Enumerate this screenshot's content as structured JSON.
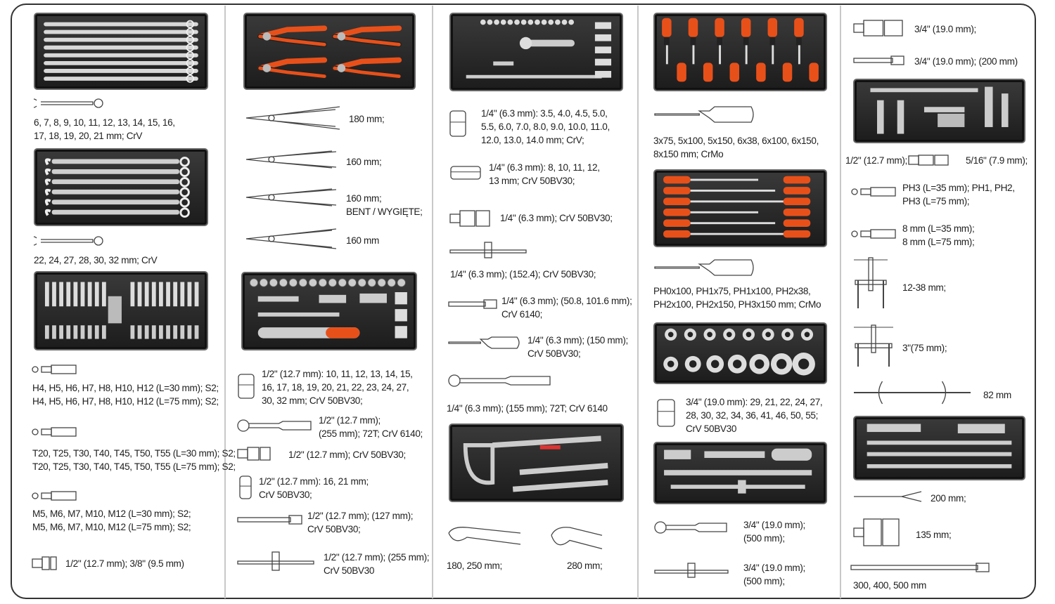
{
  "texts": {
    "c1_wrench_a": [
      "6, 7, 8, 9, 10, 11, 12, 13, 14, 15, 16,",
      "17, 18, 19, 20, 21 mm; CrV"
    ],
    "c1_wrench_b": [
      "22, 24, 27, 28, 30, 32 mm; CrV"
    ],
    "c1_hex_bits": [
      "H4, H5, H6, H7, H8, H10, H12 (L=30 mm); S2;",
      "H4, H5, H6, H7, H8, H10, H12 (L=75 mm); S2;"
    ],
    "c1_torx_bits": [
      "T20, T25, T30, T40, T45, T50, T55 (L=30 mm); S2;",
      "T20, T25, T30, T40, T45, T50, T55 (L=75 mm); S2;"
    ],
    "c1_spline_bits": [
      "M5, M6, M7, M10, M12 (L=30 mm); S2;",
      "M5, M6, M7, M10, M12 (L=75 mm); S2;"
    ],
    "c1_adapter": [
      "1/2\" (12.7 mm); 3/8\" (9.5 mm)"
    ],
    "c2_pliers_1": [
      "180 mm;"
    ],
    "c2_pliers_2": [
      "160 mm;"
    ],
    "c2_pliers_3": [
      "160 mm;",
      "BENT / WYGIĘTE;"
    ],
    "c2_pliers_4": [
      "160 mm"
    ],
    "c2_sockets": [
      "1/2\" (12.7 mm): 10, 11, 12, 13, 14, 15,",
      "16, 17, 18, 19, 20, 21, 22, 23, 24, 27,",
      "30, 32 mm; CrV 50BV30;"
    ],
    "c2_ratchet": [
      "1/2\" (12.7 mm);",
      "(255 mm); 72T; CrV 6140;"
    ],
    "c2_ujoint": [
      "1/2\" (12.7 mm); CrV 50BV30;"
    ],
    "c2_spark": [
      "1/2\" (12.7 mm): 16, 21 mm;",
      "CrV 50BV30;"
    ],
    "c2_ext": [
      "1/2\" (12.7 mm); (127 mm);",
      "CrV 50BV30;"
    ],
    "c2_tbar": [
      "1/2\" (12.7 mm); (255 mm);",
      "CrV 50BV30"
    ],
    "c3_sockets": [
      "1/4\" (6.3 mm): 3.5, 4.0, 4.5, 5.0,",
      "5.5, 6.0, 7.0, 8.0, 9.0, 10.0, 11.0,",
      "12.0, 13.0, 14.0 mm; CrV;"
    ],
    "c3_deep": [
      "1/4\" (6.3 mm): 8, 10, 11, 12,",
      "13 mm; CrV 50BV30;"
    ],
    "c3_ujoint": [
      "1/4\" (6.3 mm); CrV 50BV30;"
    ],
    "c3_tbar": [
      "1/4\" (6.3 mm); (152.4); CrV 50BV30;"
    ],
    "c3_ext": [
      "1/4\" (6.3 mm); (50.8, 101.6 mm);",
      "CrV 6140;"
    ],
    "c3_spinner": [
      "1/4\" (6.3 mm); (150 mm);",
      "CrV 50BV30;"
    ],
    "c3_ratchet": [
      "1/4\" (6.3 mm); (155 mm); 72T; CrV 6140"
    ],
    "c3_lock_a": [
      "180, 250 mm;"
    ],
    "c3_lock_b": [
      "280 mm;"
    ],
    "c4_flat": [
      "3x75, 5x100, 5x150, 6x38, 6x100, 6x150,",
      "8x150 mm; CrMo"
    ],
    "c4_ph": [
      "PH0x100, PH1x75, PH1x100, PH2x38,",
      "PH2x100, PH2x150, PH3x150 mm; CrMo"
    ],
    "c4_sockets": [
      "3/4\" (19.0 mm): 29, 21, 22, 24, 27,",
      "28, 30, 32, 34, 36, 41, 46, 50, 55;",
      "CrV 50BV30"
    ],
    "c4_ratchet": [
      "3/4\" (19.0 mm);",
      "(500 mm);"
    ],
    "c4_tbar": [
      "3/4\" (19.0 mm);",
      "(500 mm);"
    ],
    "c5_ujoint": [
      "3/4\" (19.0 mm);"
    ],
    "c5_ext": [
      "3/4\" (19.0 mm); (200 mm)"
    ],
    "c5_bit_holder_a": [
      "1/2\" (12.7 mm);"
    ],
    "c5_bit_holder_b": [
      "5/16\" (7.9 mm);"
    ],
    "c5_ph_bits": [
      "PH3 (L=35 mm); PH1, PH2,",
      "PH3 (L=75 mm);"
    ],
    "c5_flat_bits": [
      "8 mm (L=35 mm);",
      "8 mm (L=75 mm);"
    ],
    "c5_puller_a": [
      "12-38 mm;"
    ],
    "c5_puller_b": [
      "3\"(75 mm);"
    ],
    "c5_spring": [
      "82 mm"
    ],
    "c5_fork": [
      "200 mm;"
    ],
    "c5_separator": [
      "135 mm;"
    ],
    "c5_pry": [
      "300, 400, 500 mm"
    ]
  },
  "colors": {
    "tray": "#2a2a2a",
    "handle_orange": "#e8501a",
    "text": "#1e1e1e"
  },
  "icons": [
    "wrench-icon",
    "pliers-icon",
    "socket-icon",
    "ratchet-icon",
    "u-joint-icon",
    "extension-bar-icon",
    "t-bar-icon",
    "screwdriver-icon",
    "bit-icon",
    "puller-icon",
    "locking-pliers-icon",
    "pry-bar-icon"
  ]
}
